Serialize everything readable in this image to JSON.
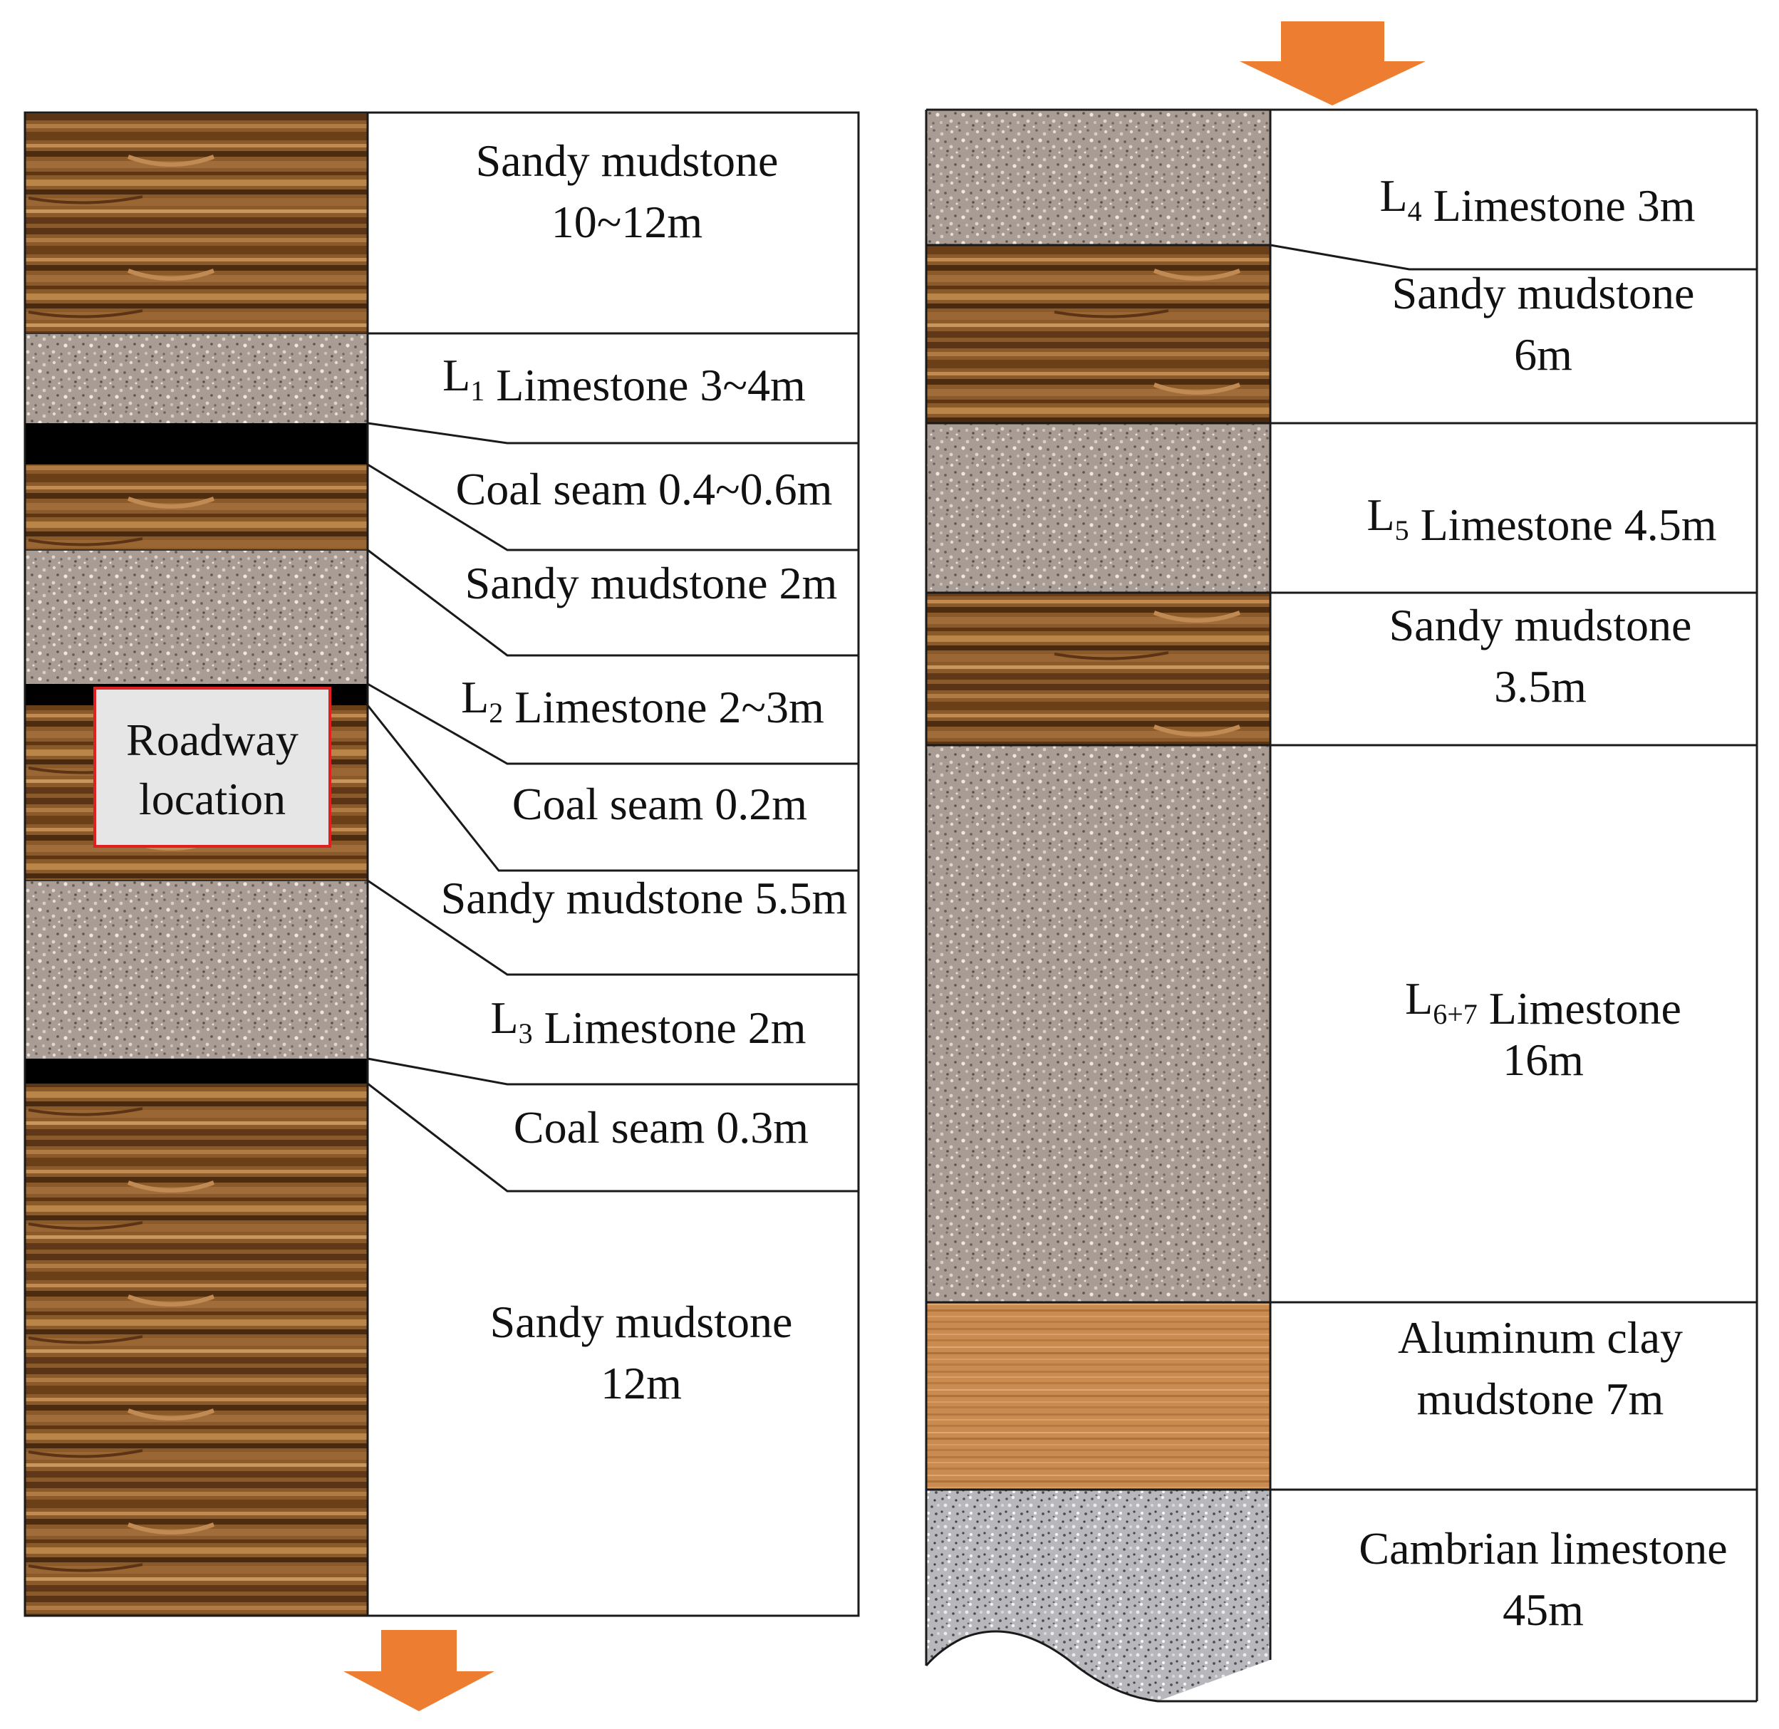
{
  "colors": {
    "arrow": "#ED7D31",
    "outline": "#1a1a1a",
    "roadway_border": "#E02020",
    "roadway_fill": "#E6E6E6",
    "coal": "#000000",
    "mudstone_base": "#8A5A2B",
    "limestone_base": "#A89C94",
    "clay_base": "#C98B50",
    "cambrian_base": "#B8B8BC"
  },
  "roadway": {
    "line1": "Roadway",
    "line2": "location"
  },
  "left_column": {
    "labels": [
      {
        "id": "l-sm1",
        "lines": [
          [
            "Sandy mudstone"
          ],
          [
            "10~12m"
          ]
        ]
      },
      {
        "id": "l-l1",
        "lines": [
          [
            "L",
            {
              "sub": "1"
            },
            " Limestone 3~4m"
          ]
        ]
      },
      {
        "id": "l-c1",
        "lines": [
          [
            "Coal seam 0.4~0.6m"
          ]
        ]
      },
      {
        "id": "l-sm2",
        "lines": [
          [
            "Sandy mudstone 2m"
          ]
        ]
      },
      {
        "id": "l-l2",
        "lines": [
          [
            "L",
            {
              "sub": "2"
            },
            " Limestone 2~3m"
          ]
        ]
      },
      {
        "id": "l-c2",
        "lines": [
          [
            "Coal seam 0.2m"
          ]
        ]
      },
      {
        "id": "l-sm3",
        "lines": [
          [
            "Sandy mudstone 5.5m"
          ]
        ]
      },
      {
        "id": "l-l3",
        "lines": [
          [
            "L",
            {
              "sub": "3"
            },
            " Limestone 2m"
          ]
        ]
      },
      {
        "id": "l-c3",
        "lines": [
          [
            "Coal seam 0.3m"
          ]
        ]
      },
      {
        "id": "l-sm4",
        "lines": [
          [
            "Sandy mudstone"
          ],
          [
            "12m"
          ]
        ]
      }
    ]
  },
  "right_column": {
    "labels": [
      {
        "id": "r-l4",
        "lines": [
          [
            "L",
            {
              "sub": "4"
            },
            " Limestone 3m"
          ]
        ]
      },
      {
        "id": "r-sm1",
        "lines": [
          [
            "Sandy mudstone"
          ],
          [
            "6m"
          ]
        ]
      },
      {
        "id": "r-l5",
        "lines": [
          [
            "L",
            {
              "sub": "5"
            },
            " Limestone 4.5m"
          ]
        ]
      },
      {
        "id": "r-sm2",
        "lines": [
          [
            "Sandy mudstone"
          ],
          [
            "3.5m"
          ]
        ]
      },
      {
        "id": "r-l67",
        "lines": [
          [
            "L",
            {
              "sub": "6+7"
            },
            " Limestone"
          ],
          [
            "16m"
          ]
        ]
      },
      {
        "id": "r-clay",
        "lines": [
          [
            "Aluminum clay"
          ],
          [
            "mudstone 7m"
          ]
        ]
      },
      {
        "id": "r-camb",
        "lines": [
          [
            "Cambrian limestone"
          ],
          [
            "45m"
          ]
        ]
      }
    ]
  }
}
